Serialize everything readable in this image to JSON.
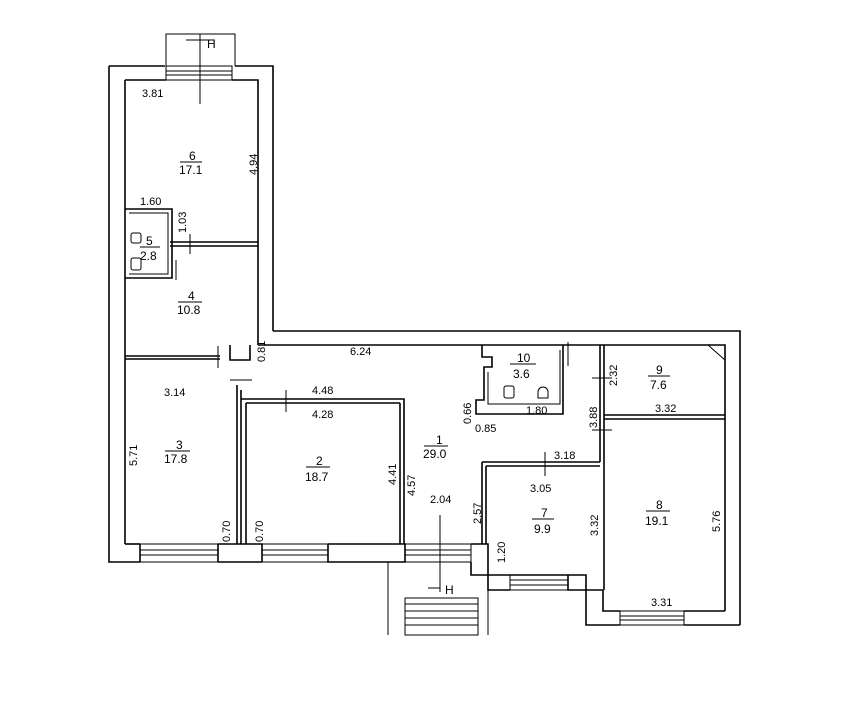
{
  "axis_mark": "Н",
  "rooms": [
    {
      "id": "room-1",
      "number": "1",
      "area": "29.0"
    },
    {
      "id": "room-2",
      "number": "2",
      "area": "18.7"
    },
    {
      "id": "room-3",
      "number": "3",
      "area": "17.8"
    },
    {
      "id": "room-4",
      "number": "4",
      "area": "10.8"
    },
    {
      "id": "room-5",
      "number": "5",
      "area": "2.8"
    },
    {
      "id": "room-6",
      "number": "6",
      "area": "17.1"
    },
    {
      "id": "room-7",
      "number": "7",
      "area": "9.9"
    },
    {
      "id": "room-8",
      "number": "8",
      "area": "19.1"
    },
    {
      "id": "room-9",
      "number": "9",
      "area": "7.6"
    },
    {
      "id": "room-10",
      "number": "10",
      "area": "3.6"
    }
  ],
  "dimensions": [
    "3.81",
    "4.94",
    "1.60",
    "1.03",
    "0.81",
    "6.24",
    "3.14",
    "4.48",
    "4.28",
    "5.71",
    "4.41",
    "4.57",
    "2.04",
    "0.70",
    "0.70",
    "0.66",
    "0.85",
    "1.80",
    "2.32",
    "3.32",
    "3.88",
    "3.18",
    "3.05",
    "2.57",
    "3.32",
    "1.20",
    "5.76",
    "3.31"
  ]
}
